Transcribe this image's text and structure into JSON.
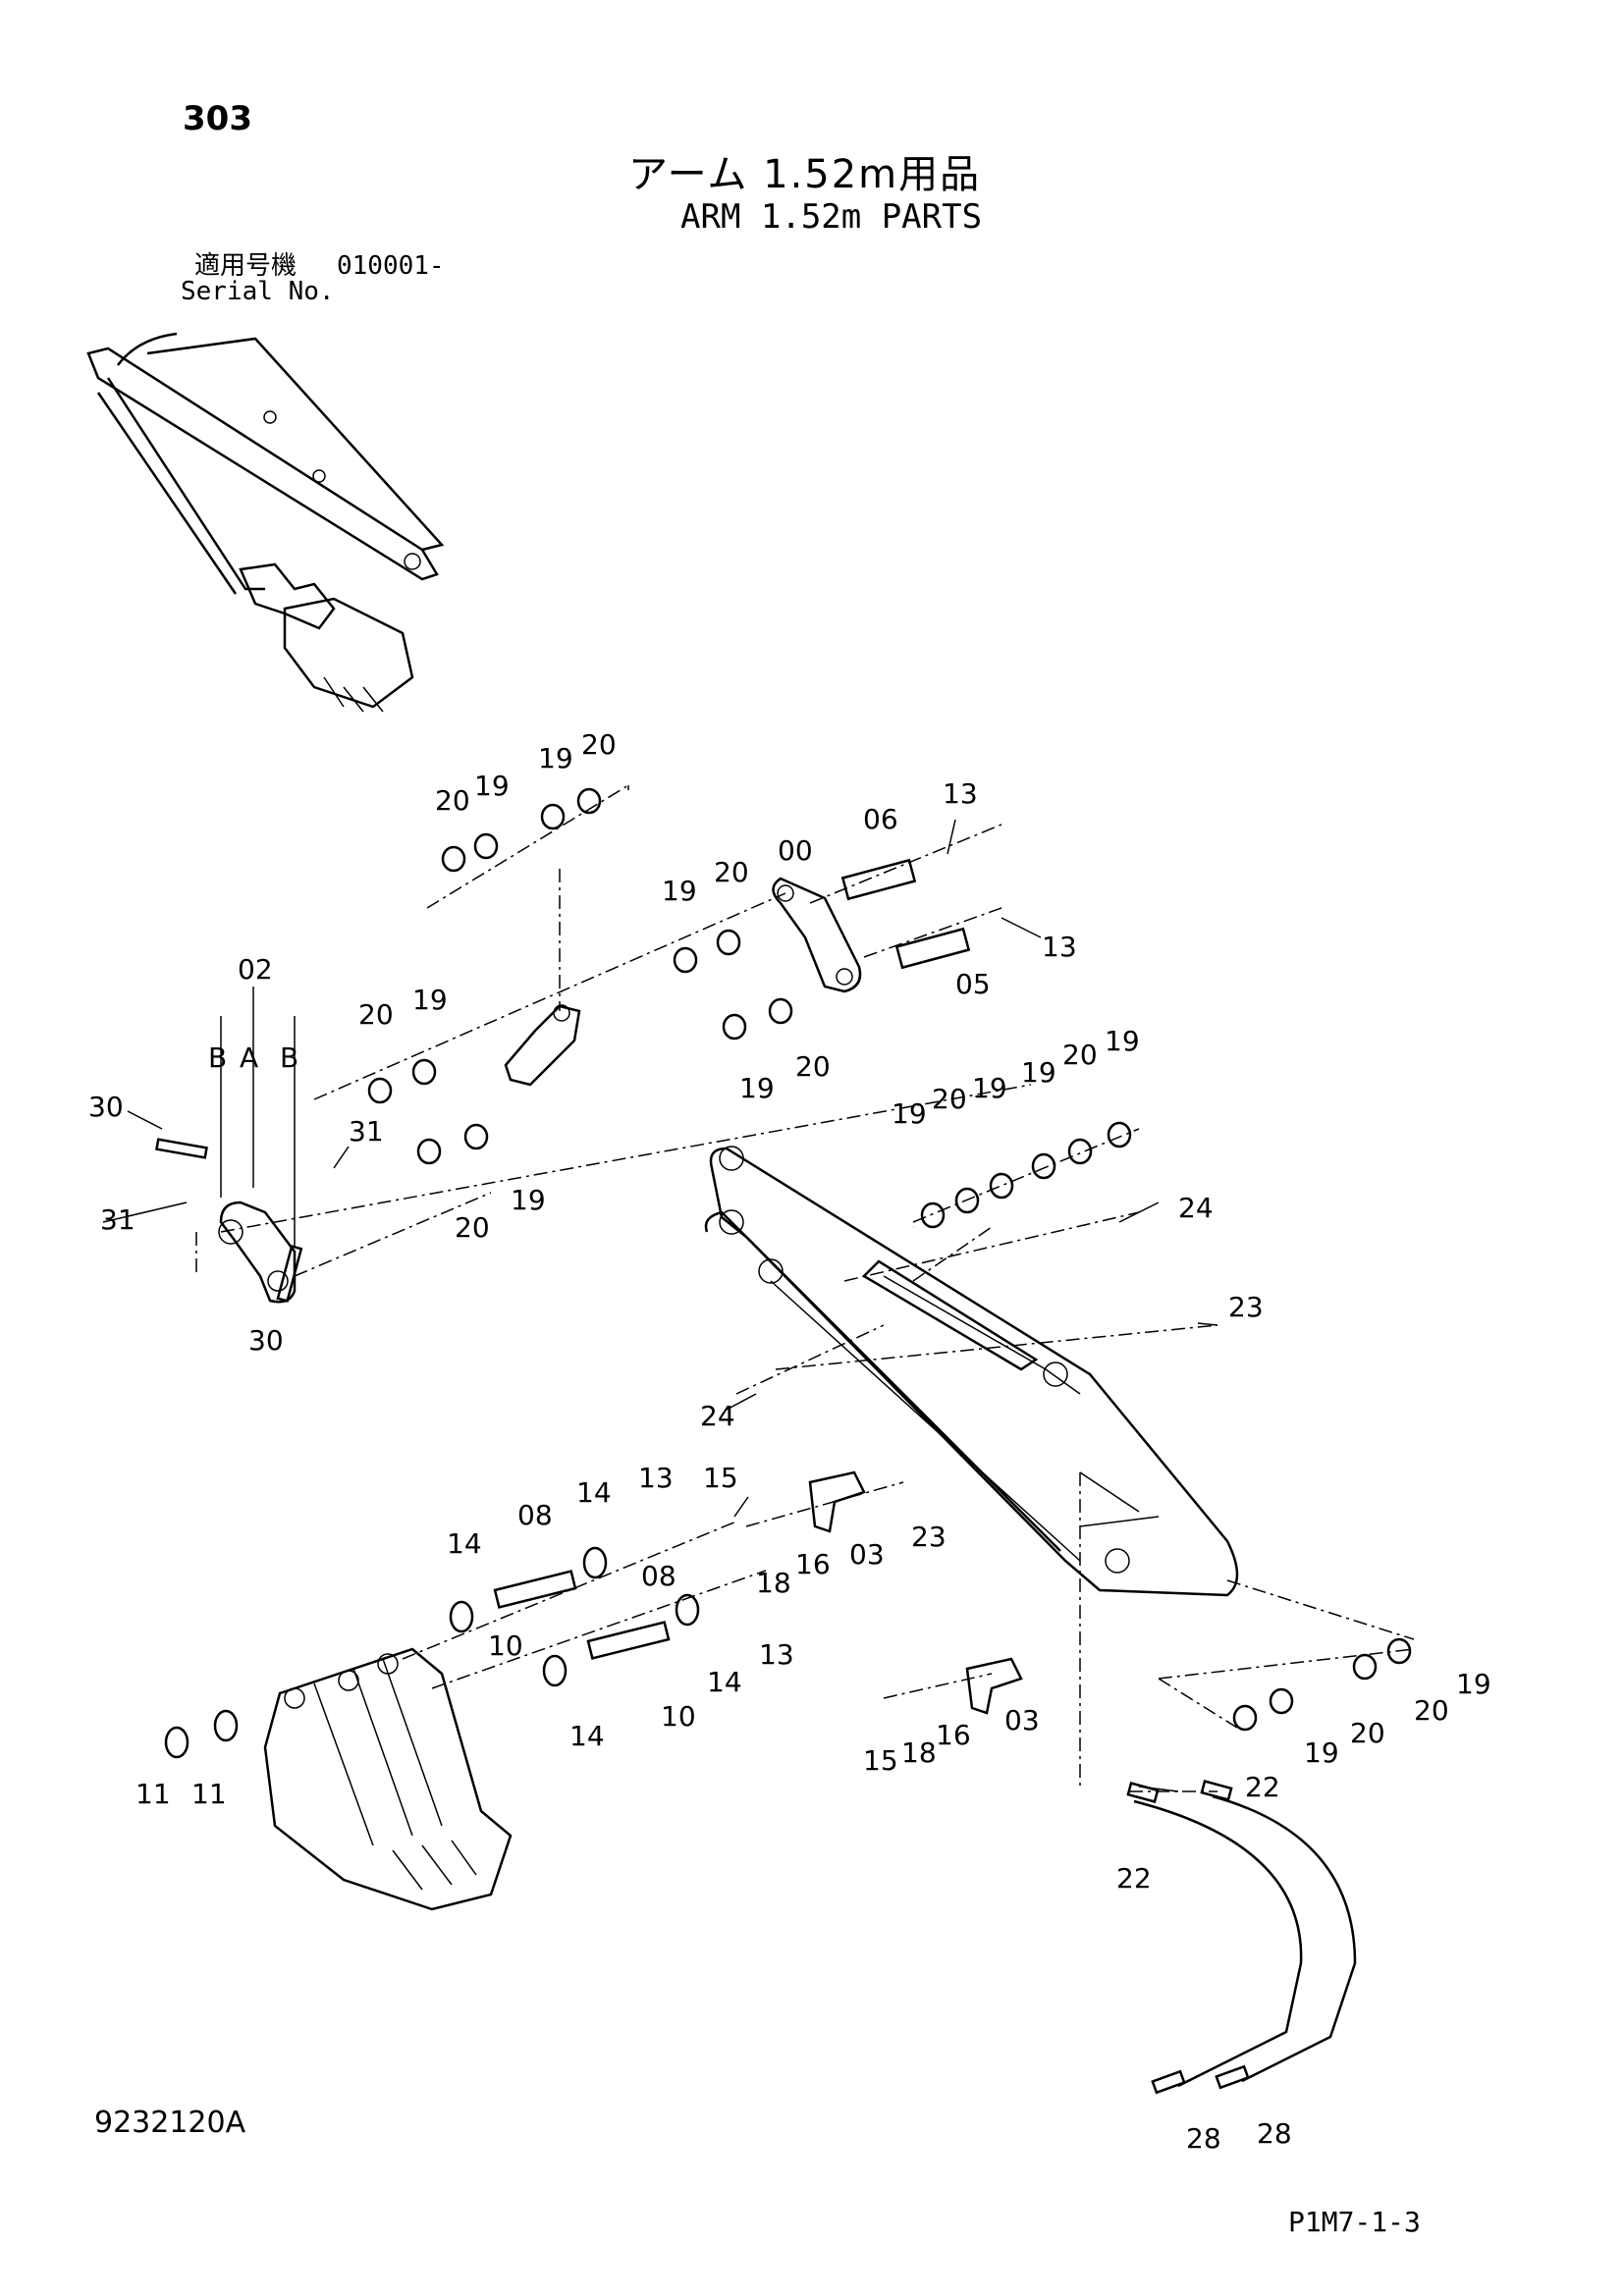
{
  "page_number": "303",
  "title_jp": "アーム 1.52m用品",
  "title_en": "ARM 1.52m PARTS",
  "serial_label_jp": "適用号機",
  "serial_code": "010001-",
  "serial_label_en": "Serial No.",
  "drawing_number": "9232120A",
  "page_code": "P1M7-1-3",
  "callouts": [
    {
      "id": "c01",
      "label": "20"
    },
    {
      "id": "c02",
      "label": "19"
    },
    {
      "id": "c03",
      "label": "19"
    },
    {
      "id": "c04",
      "label": "20"
    },
    {
      "id": "c05",
      "label": "06"
    },
    {
      "id": "c06",
      "label": "13"
    },
    {
      "id": "c07",
      "label": "19"
    },
    {
      "id": "c08",
      "label": "20"
    },
    {
      "id": "c09",
      "label": "00"
    },
    {
      "id": "c10",
      "label": "13"
    },
    {
      "id": "c11",
      "label": "05"
    },
    {
      "id": "c12",
      "label": "02"
    },
    {
      "id": "c13",
      "label": "B"
    },
    {
      "id": "c14",
      "label": "A"
    },
    {
      "id": "c15",
      "label": "B"
    },
    {
      "id": "c16",
      "label": "20"
    },
    {
      "id": "c17",
      "label": "19"
    },
    {
      "id": "c18",
      "label": "19"
    },
    {
      "id": "c19",
      "label": "20"
    },
    {
      "id": "c20",
      "label": "30"
    },
    {
      "id": "c21",
      "label": "31"
    },
    {
      "id": "c22",
      "label": "31"
    },
    {
      "id": "c23",
      "label": "20"
    },
    {
      "id": "c24",
      "label": "19"
    },
    {
      "id": "c25",
      "label": "30"
    },
    {
      "id": "c26",
      "label": "19"
    },
    {
      "id": "c27",
      "label": "20"
    },
    {
      "id": "c28",
      "label": "19"
    },
    {
      "id": "c29",
      "label": "19"
    },
    {
      "id": "c30",
      "label": "20"
    },
    {
      "id": "c31",
      "label": "19"
    },
    {
      "id": "c32",
      "label": "24"
    },
    {
      "id": "c33",
      "label": "23"
    },
    {
      "id": "c34",
      "label": "24"
    },
    {
      "id": "c35",
      "label": "15"
    },
    {
      "id": "c36",
      "label": "13"
    },
    {
      "id": "c37",
      "label": "08"
    },
    {
      "id": "c38",
      "label": "14"
    },
    {
      "id": "c39",
      "label": "14"
    },
    {
      "id": "c40",
      "label": "18"
    },
    {
      "id": "c41",
      "label": "16"
    },
    {
      "id": "c42",
      "label": "03"
    },
    {
      "id": "c43",
      "label": "23"
    },
    {
      "id": "c44",
      "label": "10"
    },
    {
      "id": "c45",
      "label": "08"
    },
    {
      "id": "c46",
      "label": "14"
    },
    {
      "id": "c47",
      "label": "13"
    },
    {
      "id": "c48",
      "label": "10"
    },
    {
      "id": "c49",
      "label": "14"
    },
    {
      "id": "c50",
      "label": "11"
    },
    {
      "id": "c51",
      "label": "11"
    },
    {
      "id": "c52",
      "label": "15"
    },
    {
      "id": "c53",
      "label": "18"
    },
    {
      "id": "c54",
      "label": "16"
    },
    {
      "id": "c55",
      "label": "03"
    },
    {
      "id": "c56",
      "label": "19"
    },
    {
      "id": "c57",
      "label": "20"
    },
    {
      "id": "c58",
      "label": "20"
    },
    {
      "id": "c59",
      "label": "19"
    },
    {
      "id": "c60",
      "label": "22"
    },
    {
      "id": "c61",
      "label": "22"
    },
    {
      "id": "c62",
      "label": "28"
    },
    {
      "id": "c63",
      "label": "28"
    }
  ]
}
